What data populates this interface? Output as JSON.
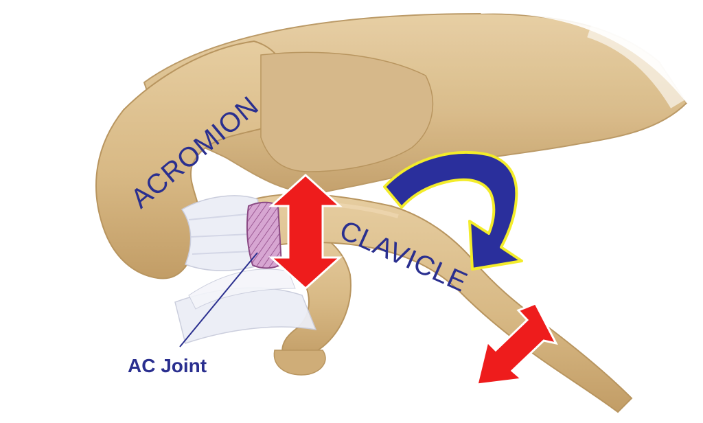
{
  "labels": {
    "acromion": "ACROMION",
    "clavicle": "CLAVICLE",
    "ac_joint": "AC Joint"
  },
  "colors": {
    "background": "#ffffff",
    "bone": "#d9bc8c",
    "bone_shadow": "#b8955f",
    "ligament": "#eceef6",
    "joint_disc": "#d7a6d2",
    "arrow_red": "#ee1c1c",
    "arrow_blue": "#2a2f9c",
    "arrow_outline": "#f3ec2a",
    "label_text": "#2a2f8f"
  },
  "icons": {
    "vertical_translation": "double-headed-arrow-red",
    "axial_translation": "double-headed-arrow-red",
    "rotation": "curved-arrow-blue"
  }
}
